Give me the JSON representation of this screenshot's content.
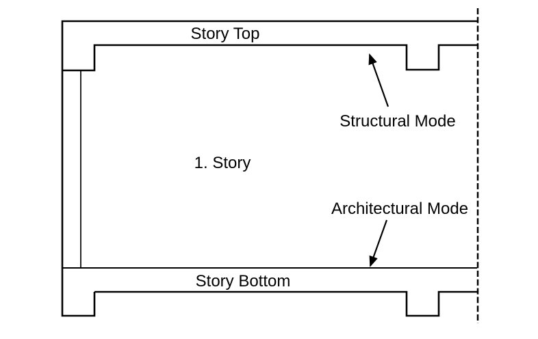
{
  "diagram": {
    "background_color": "#ffffff",
    "line_color": "#000000",
    "text_color": "#000000",
    "labels": {
      "story_top": "Story Top",
      "story_number": "1. Story",
      "story_bottom": "Story Bottom",
      "structural_mode": "Structural Mode",
      "architectural_mode": "Architectural Mode"
    }
  }
}
